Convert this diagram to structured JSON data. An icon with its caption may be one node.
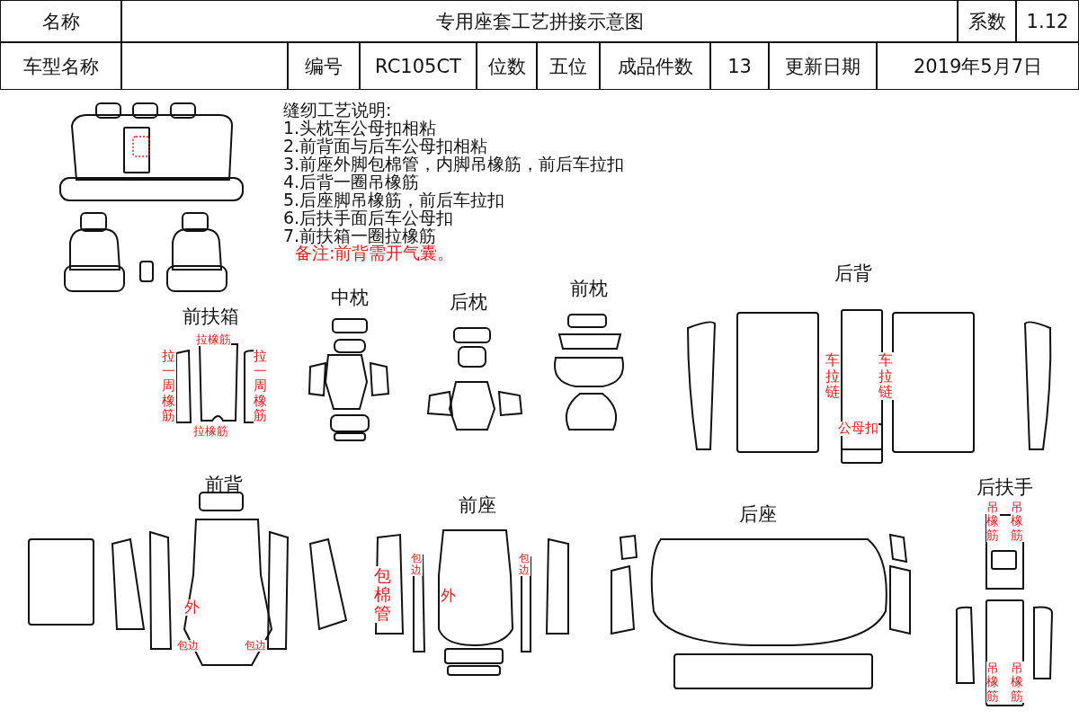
{
  "diagram": {
    "labels": [
      "名称",
      "专用座套工艺拼接示意图",
      "系数",
      "1.12",
      "车型名称",
      "编号",
      "RC105CT",
      "位数",
      "五位",
      "成品件数",
      "13",
      "更新日期",
      "2019年5月7日",
      "缝纫工艺说明:",
      "1.头枕车公母扣相粘",
      "2.前背面与后车公母扣相粘",
      "3.前座外脚包棉管，内脚吊橡筋，前后车拉扣",
      "4.后背一圈吊橡筋",
      "5.后座脚吊橡筋，前后车拉扣",
      "6.后扶手面后车公母扣",
      "7.前扶箱一圈拉橡筋",
      "备注:前背需开气囊。",
      "后背",
      "中枕",
      "后枕",
      "前枕",
      "前扶箱",
      "拉橡筋",
      "拉一周橡筋",
      "拉一周橡筋",
      "车拉链",
      "车拉链",
      "拉橡筋",
      "公母扣",
      "前背",
      "后扶手",
      "前座",
      "后座",
      "吊橡筋",
      "吊橡筋",
      "包边",
      "包边",
      "包棉管",
      "外",
      "外",
      "包边",
      "包边",
      "吊橡筋",
      "吊橡筋"
    ]
  }
}
